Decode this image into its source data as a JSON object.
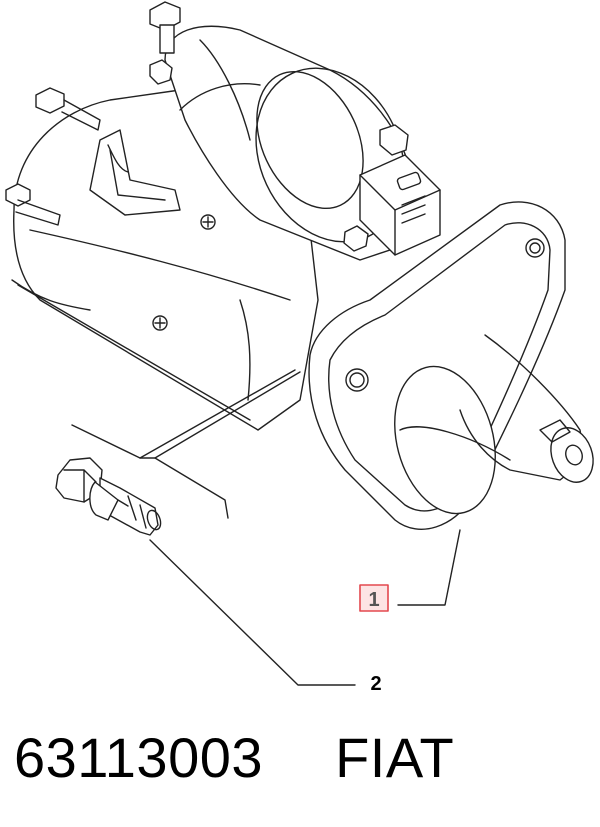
{
  "diagram": {
    "callouts": [
      {
        "label": "1",
        "highlighted": true
      },
      {
        "label": "2",
        "highlighted": false
      }
    ],
    "highlight_color": "#e3484e",
    "highlight_fill": "#fde4e4"
  },
  "footer": {
    "part_number": "63113003",
    "brand": "FIAT"
  }
}
